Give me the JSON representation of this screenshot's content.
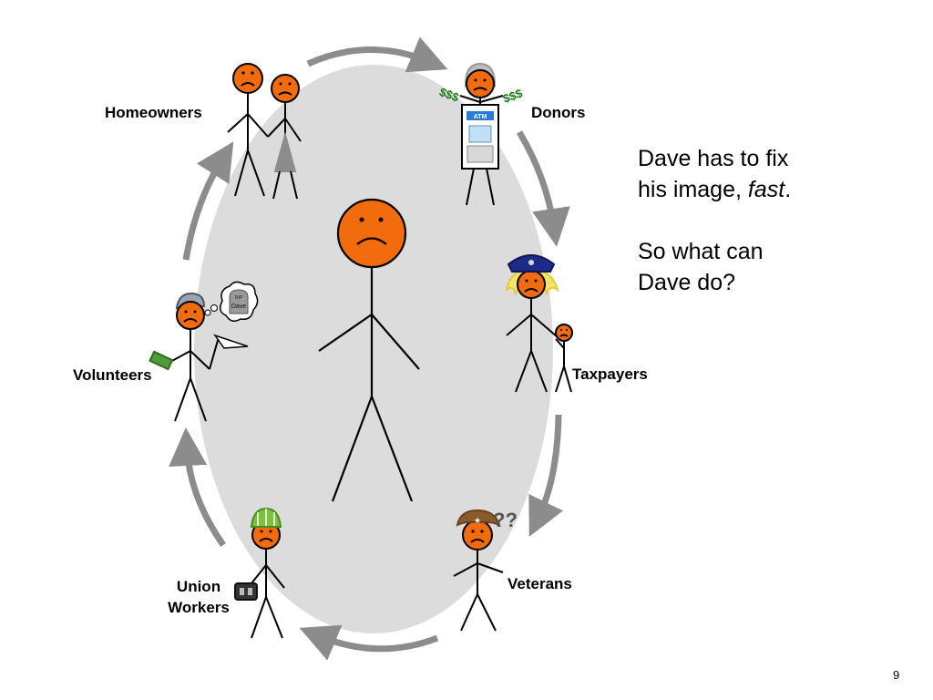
{
  "groups": {
    "homeowners": "Homeowners",
    "donors": "Donors",
    "taxpayers": "Taxpayers",
    "veterans": "Veterans",
    "union_line1": "Union",
    "union_line2": "Workers",
    "volunteers": "Volunteers"
  },
  "side_text": {
    "line1": "Dave has to fix",
    "line2_plain": "his image, ",
    "line2_italic": "fast",
    "line2_end": ".",
    "line3": "So what can",
    "line4": "Dave do?"
  },
  "props": {
    "money_left": "$$$",
    "money_right": "$$$",
    "atm": "ATM",
    "tombstone_rip": "RIP",
    "tombstone_name": "Dave",
    "question": "??"
  },
  "page_number": "9",
  "colors": {
    "face": "#f26c0d",
    "ellipse": "#dcdcdc",
    "arrow": "#8c8c8c",
    "money": "#1a7a1a",
    "police_hat": "#1c2a8a",
    "hair_blond": "#f3e56a",
    "veteran_hat": "#8b5a2b",
    "hardhat": "#7fbf3f"
  }
}
